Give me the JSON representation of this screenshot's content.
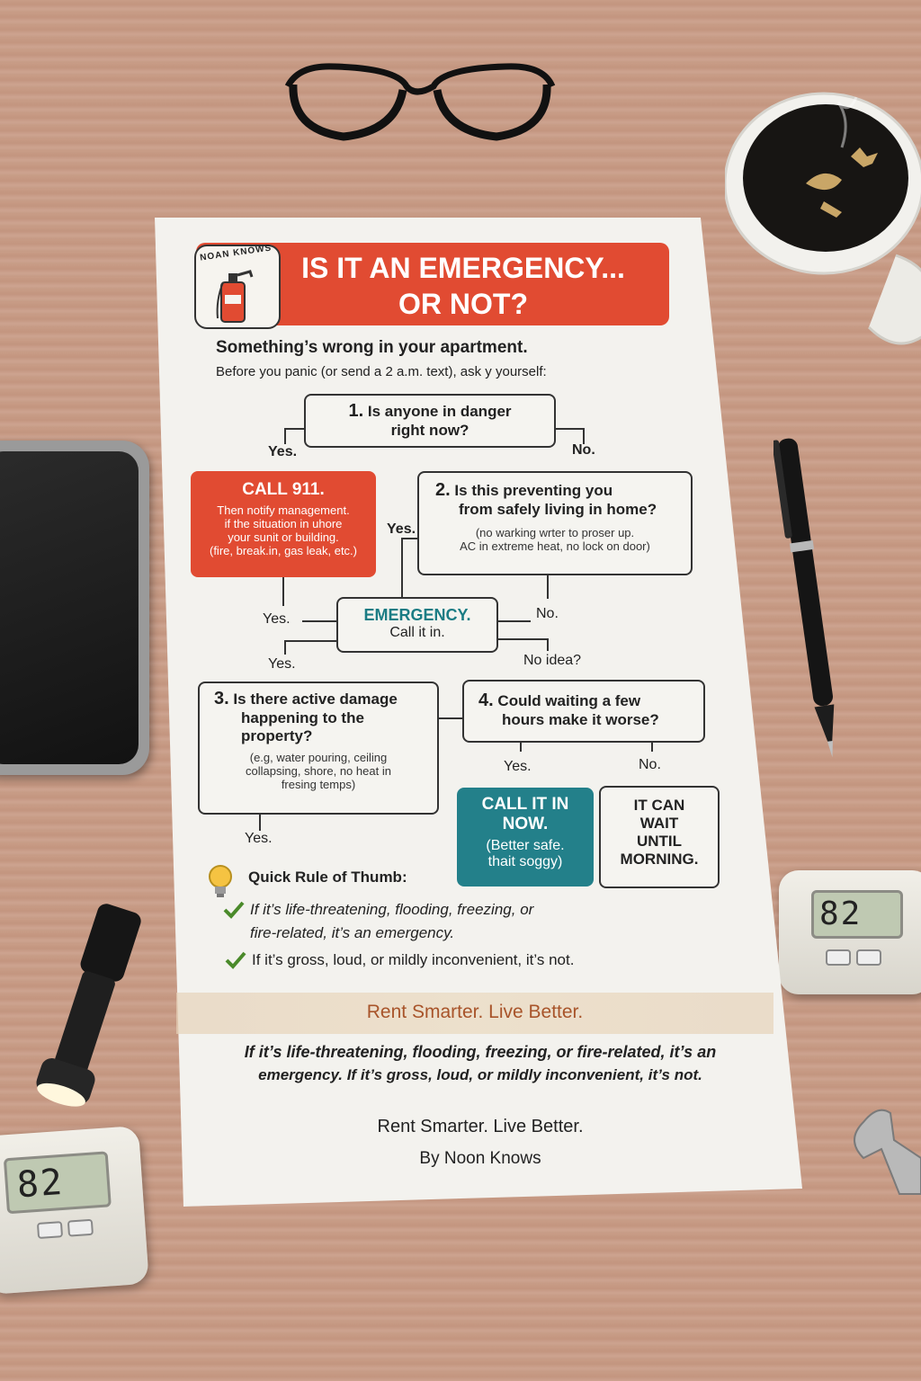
{
  "flyer": {
    "logo_text": "NOAN KNOWS",
    "title_line1": "IS IT AN EMERGENCY...",
    "title_line2": "OR NOT?",
    "intro_heading": "Something’s wrong in your apartment.",
    "intro_sub": "Before you panic (or send a 2 a.m. text), ask y yourself:",
    "q1": {
      "num": "1.",
      "line1": "Is anyone in danger",
      "line2": "right now?"
    },
    "q1_yes": "Yes.",
    "q1_no": "No.",
    "call911": {
      "heading": "CALL 911.",
      "line1": "Then notify management.",
      "line2": "if the situation in uhore",
      "line3": "your sunit or building.",
      "line4": "(fire, break.in, gas leak, etc.)"
    },
    "q2": {
      "num": "2.",
      "line1": "Is this preventing you",
      "line2": "from safely living in home?",
      "note1": "(no warking wrter to proser up.",
      "note2": "AC in extreme heat, no lock on door)"
    },
    "q2_yes": "Yes.",
    "q2_no": "No.",
    "emergency": {
      "heading": "EMERGENCY.",
      "sub": "Call it in."
    },
    "left_yes": "Yes.",
    "left_yes2": "Yes.",
    "no_idea": "No idea?",
    "q3": {
      "num": "3.",
      "line1": "Is there active damage",
      "line2": "happening to the",
      "line3": "property?",
      "note1": "(e.g, water pouring, ceiling",
      "note2": "collapsing, shore, no heat in",
      "note3": "fresing temps)"
    },
    "q3_yes": "Yes.",
    "q4": {
      "num": "4.",
      "line1": "Could waiting a few",
      "line2": "hours make it worse?"
    },
    "q4_yes": "Yes.",
    "q4_no": "No.",
    "call_now": {
      "line1": "CALL IT IN",
      "line2": "NOW.",
      "line3": "(Better safe.",
      "line4": "thait soggy)"
    },
    "wait": {
      "line1": "IT CAN",
      "line2": "WAIT",
      "line3": "UNTIL",
      "line4": "MORNING."
    },
    "rule_heading": "Quick Rule of Thumb:",
    "rule1_line1": "If it’s life-threatening, flooding, freezing, or",
    "rule1_line2": "fire-related, it’s an emergency.",
    "rule2": "If it’s gross, loud, or mildly inconvenient, it’s not.",
    "band_tagline": "Rent Smarter. Live Better.",
    "summary_line1": "If it’s life-threatening, flooding, freezing, or fire-related, it’s an",
    "summary_line2": "emergency. If it’s gross, loud, or mildly inconvenient, it’s not.",
    "footer_tagline": "Rent Smarter. Live Better.",
    "footer_by": "By Noon Knows"
  },
  "desk": {
    "thermostat_right_reading": "82",
    "thermostat_left_reading": "82"
  },
  "colors": {
    "accent_red": "#e14b32",
    "accent_teal": "#23808a",
    "desk": "#c89c86"
  }
}
